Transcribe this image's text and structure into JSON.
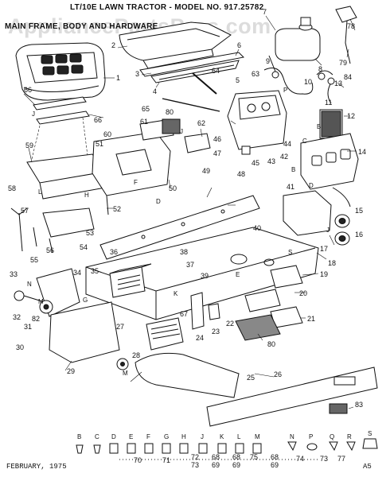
{
  "header": {
    "title": "LT/10E LAWN TRACTOR - MODEL NO. 917.25782",
    "subtitle": "MAIN FRAME, BODY AND HARDWARE"
  },
  "watermark": "AppliancePartsPros.com",
  "footer": {
    "date": "FEBRUARY, 1975",
    "page": "A5"
  },
  "part_numbers": [
    "1",
    "2",
    "3",
    "4",
    "5",
    "6",
    "7",
    "8",
    "9",
    "10",
    "11",
    "12",
    "13",
    "14",
    "15",
    "16",
    "17",
    "18",
    "19",
    "20",
    "21",
    "22",
    "23",
    "24",
    "25",
    "26",
    "27",
    "28",
    "29",
    "30",
    "31",
    "32",
    "33",
    "34",
    "35",
    "36",
    "37",
    "38",
    "39",
    "40",
    "41",
    "42",
    "43",
    "44",
    "45",
    "46",
    "47",
    "48",
    "49",
    "50",
    "51",
    "52",
    "53",
    "54",
    "55",
    "56",
    "57",
    "58",
    "59",
    "60",
    "61",
    "62",
    "63",
    "64",
    "65",
    "66",
    "67",
    "68",
    "69",
    "70",
    "71",
    "72",
    "73",
    "74",
    "75",
    "77",
    "78",
    "79",
    "80",
    "82",
    "83",
    "84"
  ],
  "hardware_letters": [
    "B",
    "C",
    "D",
    "E",
    "F",
    "G",
    "H",
    "J",
    "K",
    "L",
    "M",
    "N",
    "P",
    "Q",
    "R",
    "S"
  ],
  "hardware_refs": [
    "70",
    "71",
    "72",
    "73",
    "68",
    "69",
    "68",
    "75",
    "69",
    "68",
    "69",
    "74",
    "73",
    "77"
  ]
}
